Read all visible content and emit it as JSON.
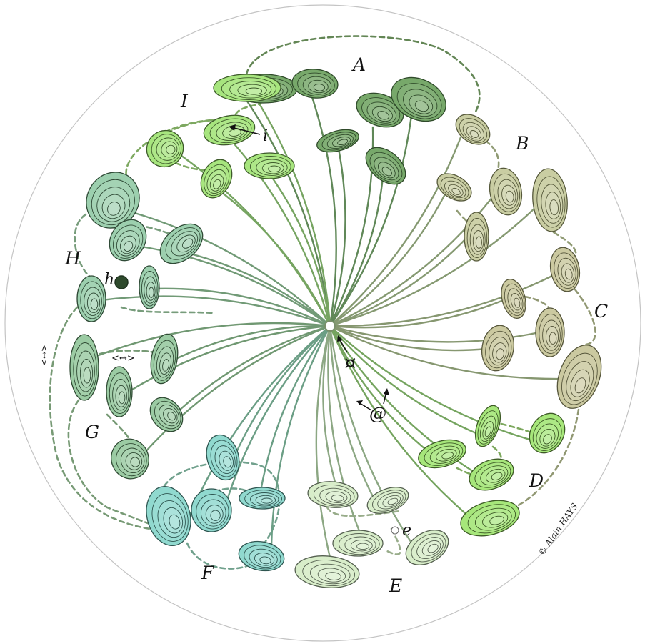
{
  "groups": [
    {
      "id": "A",
      "label": "A",
      "color": "#77a86a",
      "rim": "#2f4a2a"
    },
    {
      "id": "B",
      "label": "B",
      "color": "#c9cda2",
      "rim": "#55583a"
    },
    {
      "id": "C",
      "label": "C",
      "color": "#cbc9a0",
      "rim": "#55553a"
    },
    {
      "id": "D",
      "label": "D",
      "color": "#a6e67a",
      "rim": "#3d5a26"
    },
    {
      "id": "E",
      "label": "E",
      "color": "#d8edc9",
      "rim": "#556050"
    },
    {
      "id": "F",
      "label": "F",
      "color": "#90d9cf",
      "rim": "#2e5550"
    },
    {
      "id": "G",
      "label": "G",
      "color": "#9bcba3",
      "rim": "#2f4a33"
    },
    {
      "id": "H",
      "label": "H",
      "color": "#9ccfae",
      "rim": "#2f4a36"
    },
    {
      "id": "I",
      "label": "I",
      "color": "#a7e57e",
      "rim": "#3d5a2a"
    }
  ],
  "markers": {
    "i": "i",
    "h": "h",
    "e": "e",
    "at": "@",
    "currency": "¤",
    "arrows": "<↔>",
    "side_arrows": "<↔>"
  },
  "credit": "© Alain HAYS",
  "colors": {
    "circle_outline": "#bfbfbf",
    "center": "#ffffff",
    "h_dot": "#2e4a2c"
  }
}
